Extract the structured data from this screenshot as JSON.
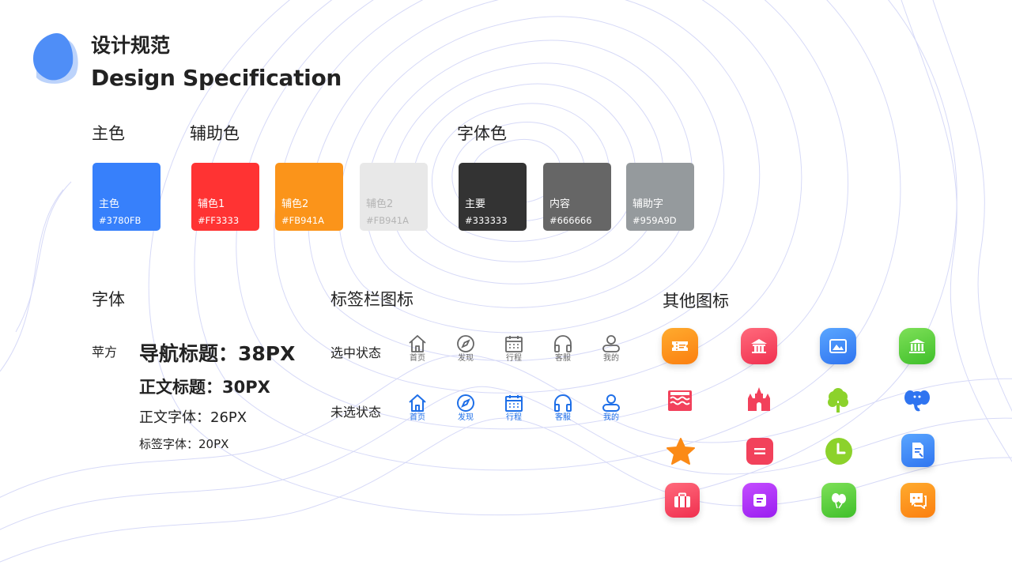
{
  "header": {
    "title_cn": "设计规范",
    "title_en": "Design Specification"
  },
  "colors": {
    "primary_heading": "主色",
    "secondary_heading": "辅助色",
    "text_heading": "字体色",
    "swatches": [
      {
        "name": "主色",
        "hex": "#3780FB",
        "color": "#3780FB"
      },
      {
        "name": "辅色1",
        "hex": "#FF3333",
        "color": "#FF3333"
      },
      {
        "name": "辅色2",
        "hex": "#FB941A",
        "color": "#FB941A"
      },
      {
        "name": "辅色2",
        "hex": "#FB941A",
        "color": "#E8E8E8"
      },
      {
        "name": "主要",
        "hex": "#333333",
        "color": "#333333"
      },
      {
        "name": "内容",
        "hex": "#666666",
        "color": "#666666"
      },
      {
        "name": "辅助字",
        "hex": "#959A9D",
        "color": "#959A9D"
      }
    ]
  },
  "fonts": {
    "heading": "字体",
    "family": "苹方",
    "samples": [
      "导航标题：38PX",
      "正文标题：30PX",
      "正文字体：26PX",
      "标签字体：20PX"
    ]
  },
  "tabbar": {
    "heading": "标签栏图标",
    "selected_label": "选中状态",
    "unselected_label": "未选状态",
    "items": [
      "首页",
      "发现",
      "行程",
      "客服",
      "我的"
    ],
    "gray_color": "#666666",
    "blue_color": "#1E6FE8"
  },
  "other_icons": {
    "heading": "其他图标",
    "icons": [
      "ticket-icon",
      "temple-icon",
      "photo-icon",
      "museum-icon",
      "waves-icon",
      "castle-icon",
      "tree-icon",
      "elephant-icon",
      "star-icon",
      "menu-icon",
      "clock-icon",
      "document-icon",
      "luggage-icon",
      "note-icon",
      "balloon-icon",
      "chat-icon"
    ]
  }
}
